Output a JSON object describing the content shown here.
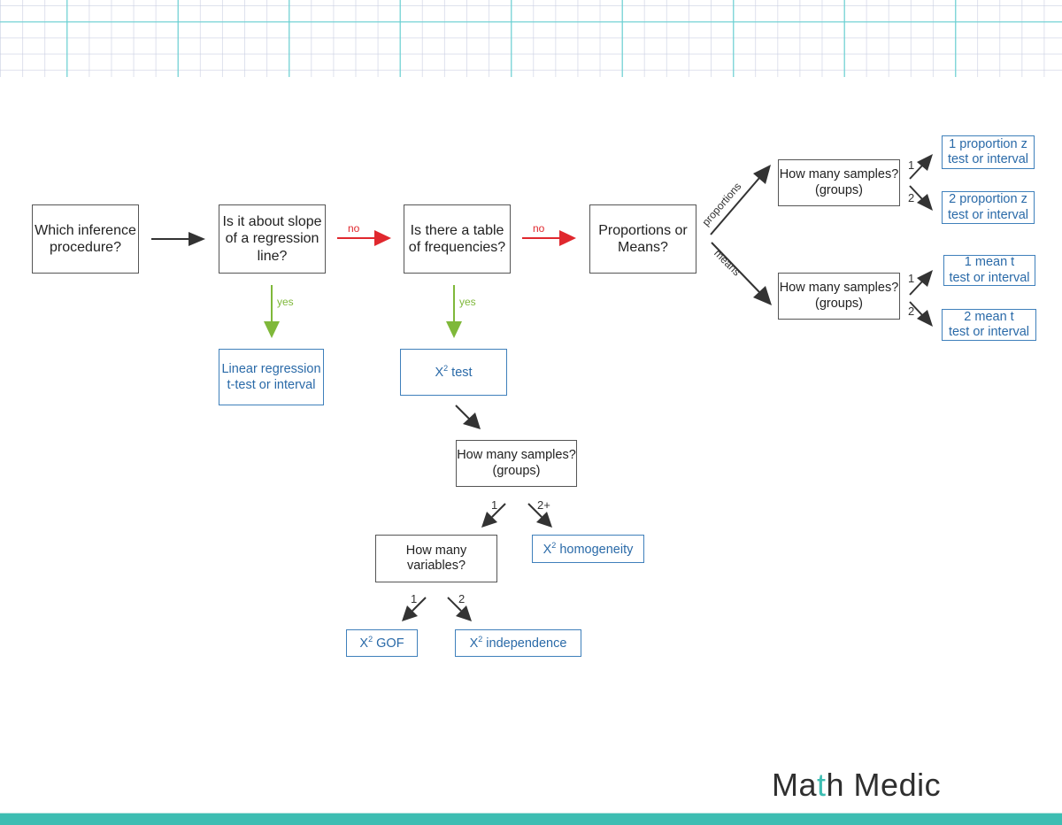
{
  "nodes": {
    "start": "Which inference procedure?",
    "slope_q": "Is it about slope of a regression line?",
    "table_q": "Is there a table of frequencies?",
    "prop_means_q": "Proportions or Means?",
    "linreg_result": "Linear regression t-test or interval",
    "chi_test": "test",
    "chi_symbol": "X",
    "chi_sup": "2",
    "samples_q_chi": "How many samples? (groups)",
    "variables_q": "How many variables?",
    "homogeneity": "homogeneity",
    "gof": "GOF",
    "independence": "independence",
    "samples_q_prop": "How many samples? (groups)",
    "samples_q_mean": "How many samples? (groups)",
    "one_prop": "1 proportion z test or interval",
    "two_prop": "2 proportion z test or interval",
    "one_mean_l1": "1 mean t",
    "one_mean_l2": "test or interval",
    "two_mean_l1": "2 mean t",
    "two_mean_l2": "test or interval"
  },
  "edge_labels": {
    "no_1": "no",
    "no_2": "no",
    "yes_1": "yes",
    "yes_2": "yes",
    "proportions": "proportions",
    "means": "means",
    "prop_1": "1",
    "prop_2": "2",
    "mean_1": "1",
    "mean_2": "2",
    "chi_samples_1": "1",
    "chi_samples_2plus": "2+",
    "vars_1": "1",
    "vars_2": "2"
  },
  "logo": {
    "part1": "Ma",
    "plus": "t",
    "part2": "h Medic"
  },
  "colors": {
    "no_arrow": "#e0282e",
    "yes_arrow": "#7fb83a",
    "result_border": "#3f80bb",
    "brand_teal": "#3dbdb2"
  }
}
